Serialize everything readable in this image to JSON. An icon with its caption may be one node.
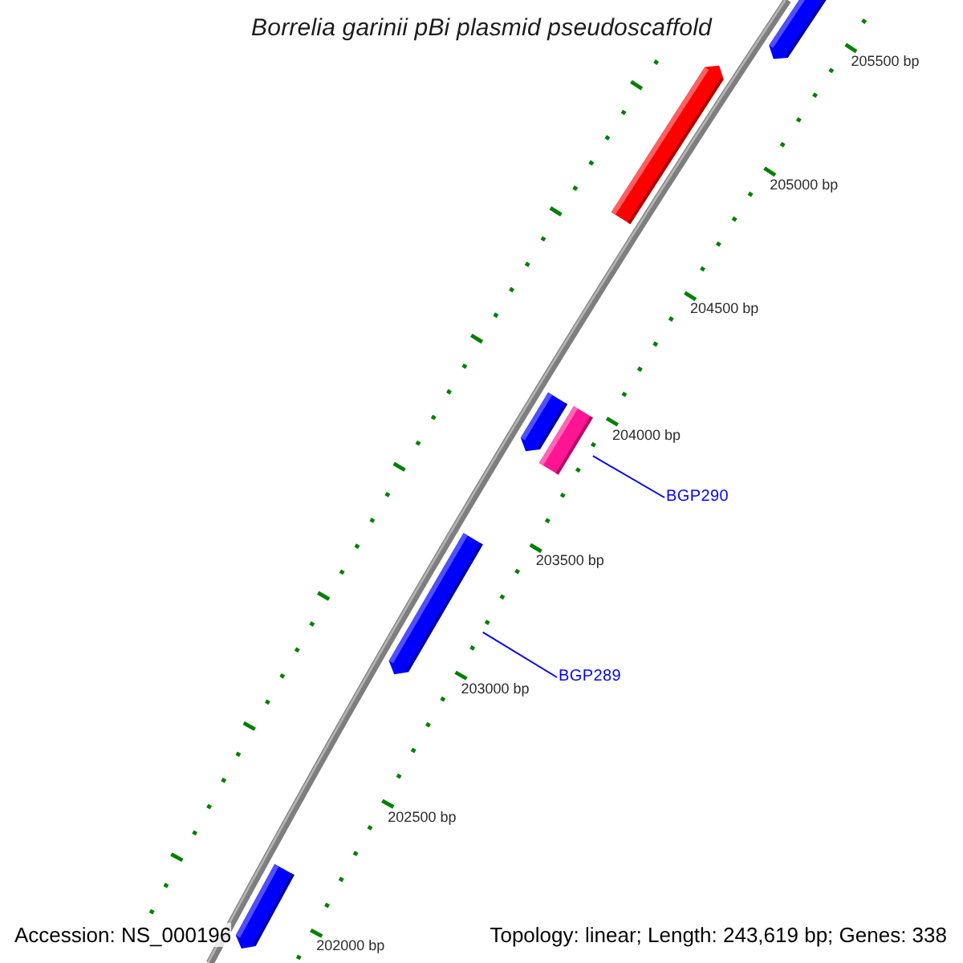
{
  "diagram": {
    "title": "Borrelia garinii pBi plasmid pseudoscaffold",
    "nodes": [
      {
        "text": [],
        "shape": "bar"
      },
      {
        "text": [],
        "shape": "bar"
      },
      {
        "text": [],
        "shape": "bar"
      },
      {
        "text": [],
        "shape": "bar"
      },
      {
        "text": [
          "BGP290"
        ]
      },
      {
        "text": [],
        "shape": "bar"
      },
      {
        "text": [
          "BGP289"
        ]
      },
      {
        "text": [],
        "shape": "bar"
      }
    ],
    "edges": [
      {
        "from": 4,
        "to": 3,
        "arrow": "none"
      },
      {
        "from": 6,
        "to": 5,
        "arrow": "none"
      }
    ],
    "labels": [
      "205500 bp",
      "205000 bp",
      "204500 bp",
      "204000 bp",
      "203500 bp",
      "203000 bp",
      "202500 bp",
      "202000 bp",
      "Accession: NS_000196",
      "Topology: linear; Length: 243,619 bp; Genes: 338"
    ]
  }
}
